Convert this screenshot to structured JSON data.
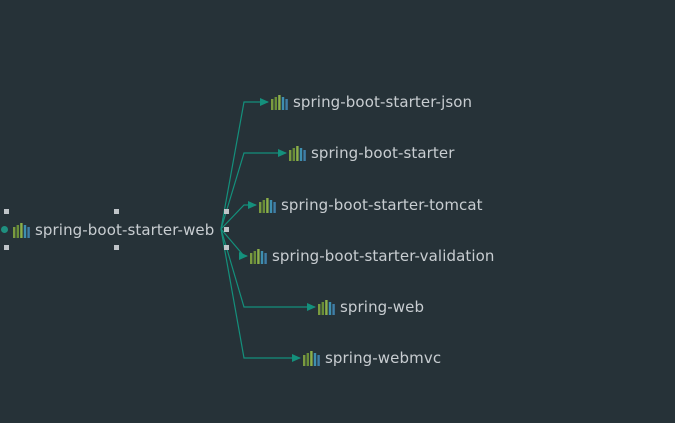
{
  "colors": {
    "background": "#263238",
    "edge": "#14907c",
    "label": "#c8cdd1",
    "handle": "#bfc4c8",
    "icon_bars": [
      "#7a9b3f",
      "#6a8f38",
      "#8cb04a",
      "#3e8fb0",
      "#3f7fa8"
    ]
  },
  "diagram": {
    "root": {
      "id": "root",
      "label": "spring-boot-starter-web",
      "icon": "library-bars-icon",
      "selected": true
    },
    "children": [
      {
        "id": "c1",
        "label": "spring-boot-starter-json",
        "icon": "library-bars-icon"
      },
      {
        "id": "c2",
        "label": "spring-boot-starter",
        "icon": "library-bars-icon"
      },
      {
        "id": "c3",
        "label": "spring-boot-starter-tomcat",
        "icon": "library-bars-icon"
      },
      {
        "id": "c4",
        "label": "spring-boot-starter-validation",
        "icon": "library-bars-icon"
      },
      {
        "id": "c5",
        "label": "spring-web",
        "icon": "library-bars-icon"
      },
      {
        "id": "c6",
        "label": "spring-webmvc",
        "icon": "library-bars-icon"
      }
    ]
  }
}
